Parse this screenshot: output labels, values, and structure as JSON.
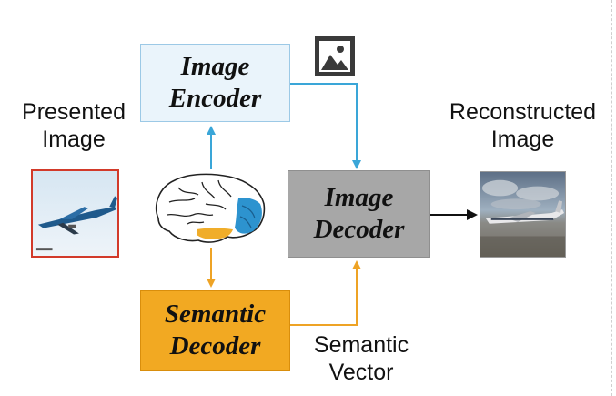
{
  "diagram": {
    "encoder": {
      "line1": "Image",
      "line2": "Encoder"
    },
    "decoder": {
      "line1": "Image",
      "line2": "Decoder"
    },
    "semantic": {
      "line1": "Semantic",
      "line2": "Decoder"
    },
    "presented_label": {
      "line1": "Presented",
      "line2": "Image"
    },
    "reconstructed_label": {
      "line1": "Reconstructed",
      "line2": "Image"
    },
    "semantic_vector_label": {
      "line1": "Semantic",
      "line2": "Vector"
    },
    "icons": [
      "image-icon",
      "brain-icon"
    ],
    "colors": {
      "encoder_fill": "#eaf4fb",
      "decoder_fill": "#a7a7a7",
      "semantic_fill": "#f2a922",
      "blue_arrow": "#3aa6d8",
      "orange_arrow": "#eea325",
      "black_arrow": "#111111",
      "presented_border": "#d23a2a"
    }
  }
}
